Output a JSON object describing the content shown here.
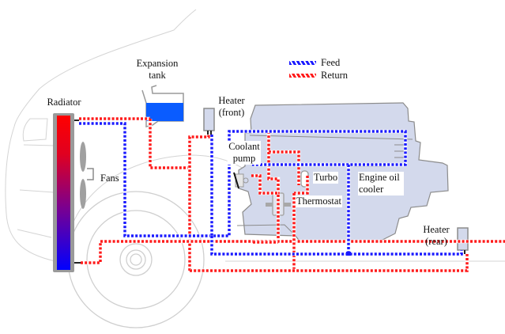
{
  "diagram": {
    "subject": "Car engine cooling system",
    "legend": [
      {
        "label": "Feed",
        "color": "#1a1aff"
      },
      {
        "label": "Return",
        "color": "#ff1a1a"
      }
    ],
    "labels": {
      "expansion_tank_line1": "Expansion",
      "expansion_tank_line2": "tank",
      "radiator": "Radiator",
      "heater_front_line1": "Heater",
      "heater_front_line2": "(front)",
      "coolant_pump_line1": "Coolant",
      "coolant_pump_line2": "pump",
      "fans": "Fans",
      "turbo": "Turbo",
      "engine_oil_cooler_line1": "Engine oil",
      "engine_oil_cooler_line2": "cooler",
      "thermostat": "Thermostat",
      "heater_rear_line1": "Heater",
      "heater_rear_line2": "(rear)"
    },
    "colors": {
      "feed": "#1a1aff",
      "return": "#ff1a1a",
      "engine_fill": "#d3d9ec",
      "outline": "#8c8c8c",
      "car_outline": "#cfcfcf",
      "tank_coolant": "#0a5cff",
      "radiator_hot": "#ff0000",
      "radiator_cold": "#0000ff"
    }
  }
}
